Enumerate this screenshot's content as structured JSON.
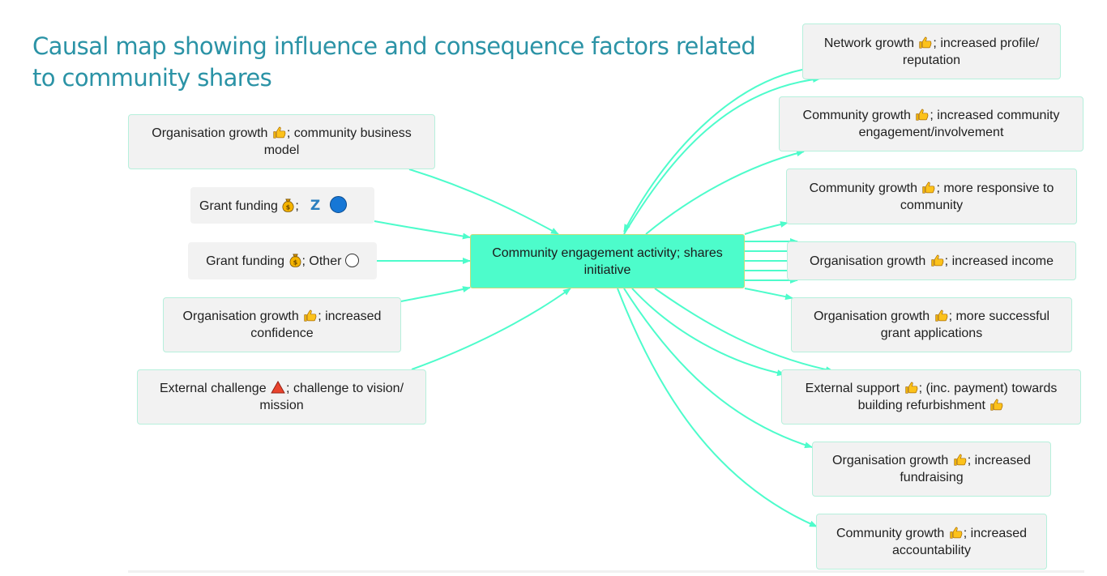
{
  "title": "Causal map showing influence and consequence factors related to community shares",
  "colors": {
    "title": "#2b93a6",
    "edge": "#4dfccb",
    "center_fill": "#4dfccb",
    "node_fill": "#f2f2f2",
    "node_border": "#b6f0dc"
  },
  "center": {
    "text": "Community engagement activity; shares initiative"
  },
  "influences": [
    {
      "id": "org-growth-business-model",
      "before": "Organisation growth ",
      "icon": "thumbs-up-icon",
      "after": "; community business model"
    },
    {
      "id": "grant-funding-z",
      "before": "Grant funding ",
      "icon": "money-bag-icon",
      "after": ";",
      "z": "Z",
      "marker": "blue-circle-icon"
    },
    {
      "id": "grant-funding-other",
      "before": "Grant funding ",
      "icon": "money-bag-icon",
      "after": "; Other ",
      "marker": "empty-circle-icon"
    },
    {
      "id": "org-growth-confidence",
      "before": "Organisation growth ",
      "icon": "thumbs-up-icon",
      "after": "; increased confidence"
    },
    {
      "id": "external-challenge",
      "before": "External challenge ",
      "icon": "warning-triangle-icon",
      "after": "; challenge to vision/ mission"
    }
  ],
  "consequences": [
    {
      "id": "network-growth",
      "before": "Network growth ",
      "icon": "thumbs-up-icon",
      "after": "; increased profile/ reputation"
    },
    {
      "id": "community-engagement",
      "before": "Community growth ",
      "icon": "thumbs-up-icon",
      "after": "; increased community engagement/involvement"
    },
    {
      "id": "community-responsive",
      "before": "Community growth ",
      "icon": "thumbs-up-icon",
      "after": "; more responsive to community"
    },
    {
      "id": "org-income",
      "before": "Organisation growth ",
      "icon": "thumbs-up-icon",
      "after": "; increased income"
    },
    {
      "id": "org-grant-apps",
      "before": "Organisation growth ",
      "icon": "thumbs-up-icon",
      "after": "; more successful grant applications"
    },
    {
      "id": "external-support",
      "before": "External support ",
      "icon": "thumbs-up-icon",
      "after": "; (inc. payment) towards building refurbishment ",
      "icon2": "thumbs-up-icon"
    },
    {
      "id": "org-fundraising",
      "before": "Organisation growth ",
      "icon": "thumbs-up-icon",
      "after": "; increased fundraising"
    },
    {
      "id": "community-accountability",
      "before": "Community growth ",
      "icon": "thumbs-up-icon",
      "after": "; increased accountability"
    }
  ]
}
